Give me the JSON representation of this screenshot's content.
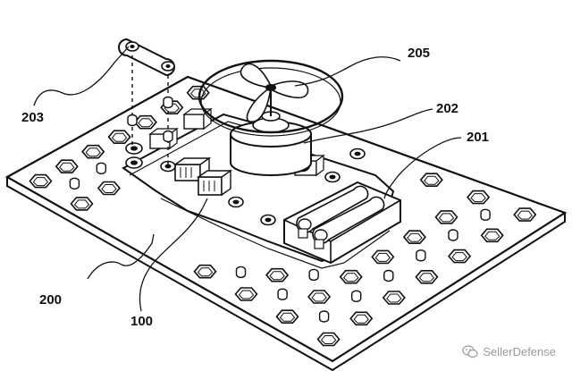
{
  "labels": {
    "r200": "200",
    "r100": "100",
    "r201": "201",
    "r202": "202",
    "r203": "203",
    "r205": "205"
  },
  "watermark": {
    "text": "SellerDefense",
    "icon": "wechat-icon"
  },
  "colors": {
    "line": "#111111",
    "background": "#ffffff",
    "watermark": "#9a9a9a"
  }
}
